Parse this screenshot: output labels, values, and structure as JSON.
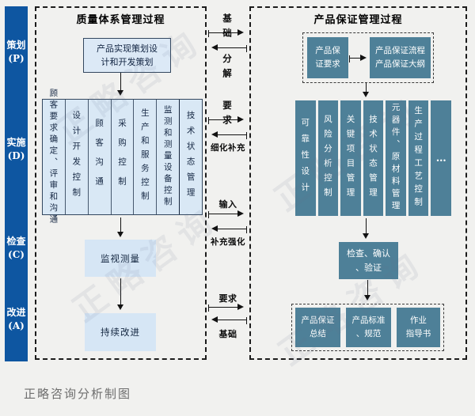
{
  "watermark": {
    "text": "正略咨询"
  },
  "caption": "正略咨询分析制图",
  "colors": {
    "background": "#f1f1ef",
    "sidebar_blue": "#0e56a1",
    "teal": "#4e8098",
    "light_blue_fill": "#d9e8f5",
    "soft_blue_fill": "#d6e6f5",
    "arrow_black": "#121212"
  },
  "sidebar": {
    "items": [
      {
        "label": "策划",
        "sub": "(P)"
      },
      {
        "label": "实施",
        "sub": "(D)"
      },
      {
        "label": "检查",
        "sub": "(C)"
      },
      {
        "label": "改进",
        "sub": "(A)"
      }
    ]
  },
  "left_panel": {
    "title": "质量体系管理过程",
    "plan_box": "产品实现策划设\n计和开发策划",
    "columns": [
      "顾客要求确定、评审和沟通",
      "设计开发控制",
      "顾客沟通",
      "采购控制",
      "生产和服务控制",
      "监测和测量设备控制",
      "技术状态管理"
    ],
    "monitor_box": "监视测量",
    "improve_box": "持续改进"
  },
  "middle": {
    "pairs": [
      {
        "right_label": "基础",
        "left_label": "分解"
      },
      {
        "right_label": "要求",
        "left_label": "细化补充"
      },
      {
        "right_label": "输入",
        "left_label": "补充强化"
      },
      {
        "right_label": "要求",
        "left_label": "基础"
      }
    ]
  },
  "right_panel": {
    "title": "产品保证管理过程",
    "req_box": "产品保\n证要求",
    "flow_box": "产品保证流程\n产品保证大纲",
    "columns": [
      "可靠性设计",
      "风险分析控制",
      "关键项目管理",
      "技术状态管理",
      "元器件、原材料管理",
      "生产过程工艺控制",
      "…"
    ],
    "check_box": "检查、确认\n、验证",
    "outputs": [
      "产品保证\n总结",
      "产品标准\n、规范",
      "作业\n指导书"
    ]
  }
}
